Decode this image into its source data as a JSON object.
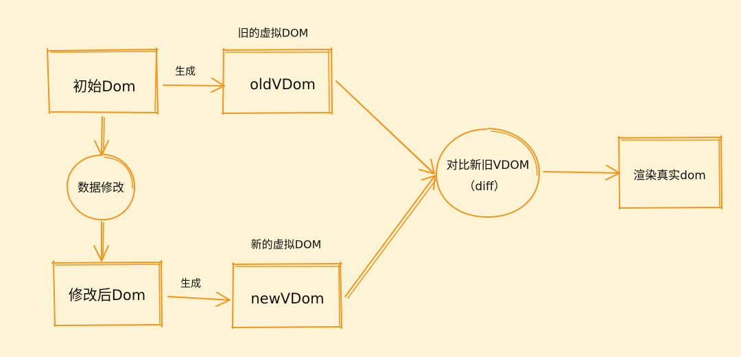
{
  "colors": {
    "background": "#fdf4d5",
    "stroke": "#f0961e",
    "text": "#111111"
  },
  "nodes": {
    "initial_dom": "初始Dom",
    "old_vdom": "oldVDom",
    "old_vdom_caption": "旧的虚拟DOM",
    "data_change": "数据修改",
    "modified_dom": "修改后Dom",
    "new_vdom": "newVDom",
    "new_vdom_caption": "新的虚拟DOM",
    "compare_line1": "对比新旧VDOM",
    "compare_line2": "（diff）",
    "render_real_dom": "渲染真实dom"
  },
  "edges": {
    "generate_top": "生成",
    "generate_bottom": "生成"
  }
}
